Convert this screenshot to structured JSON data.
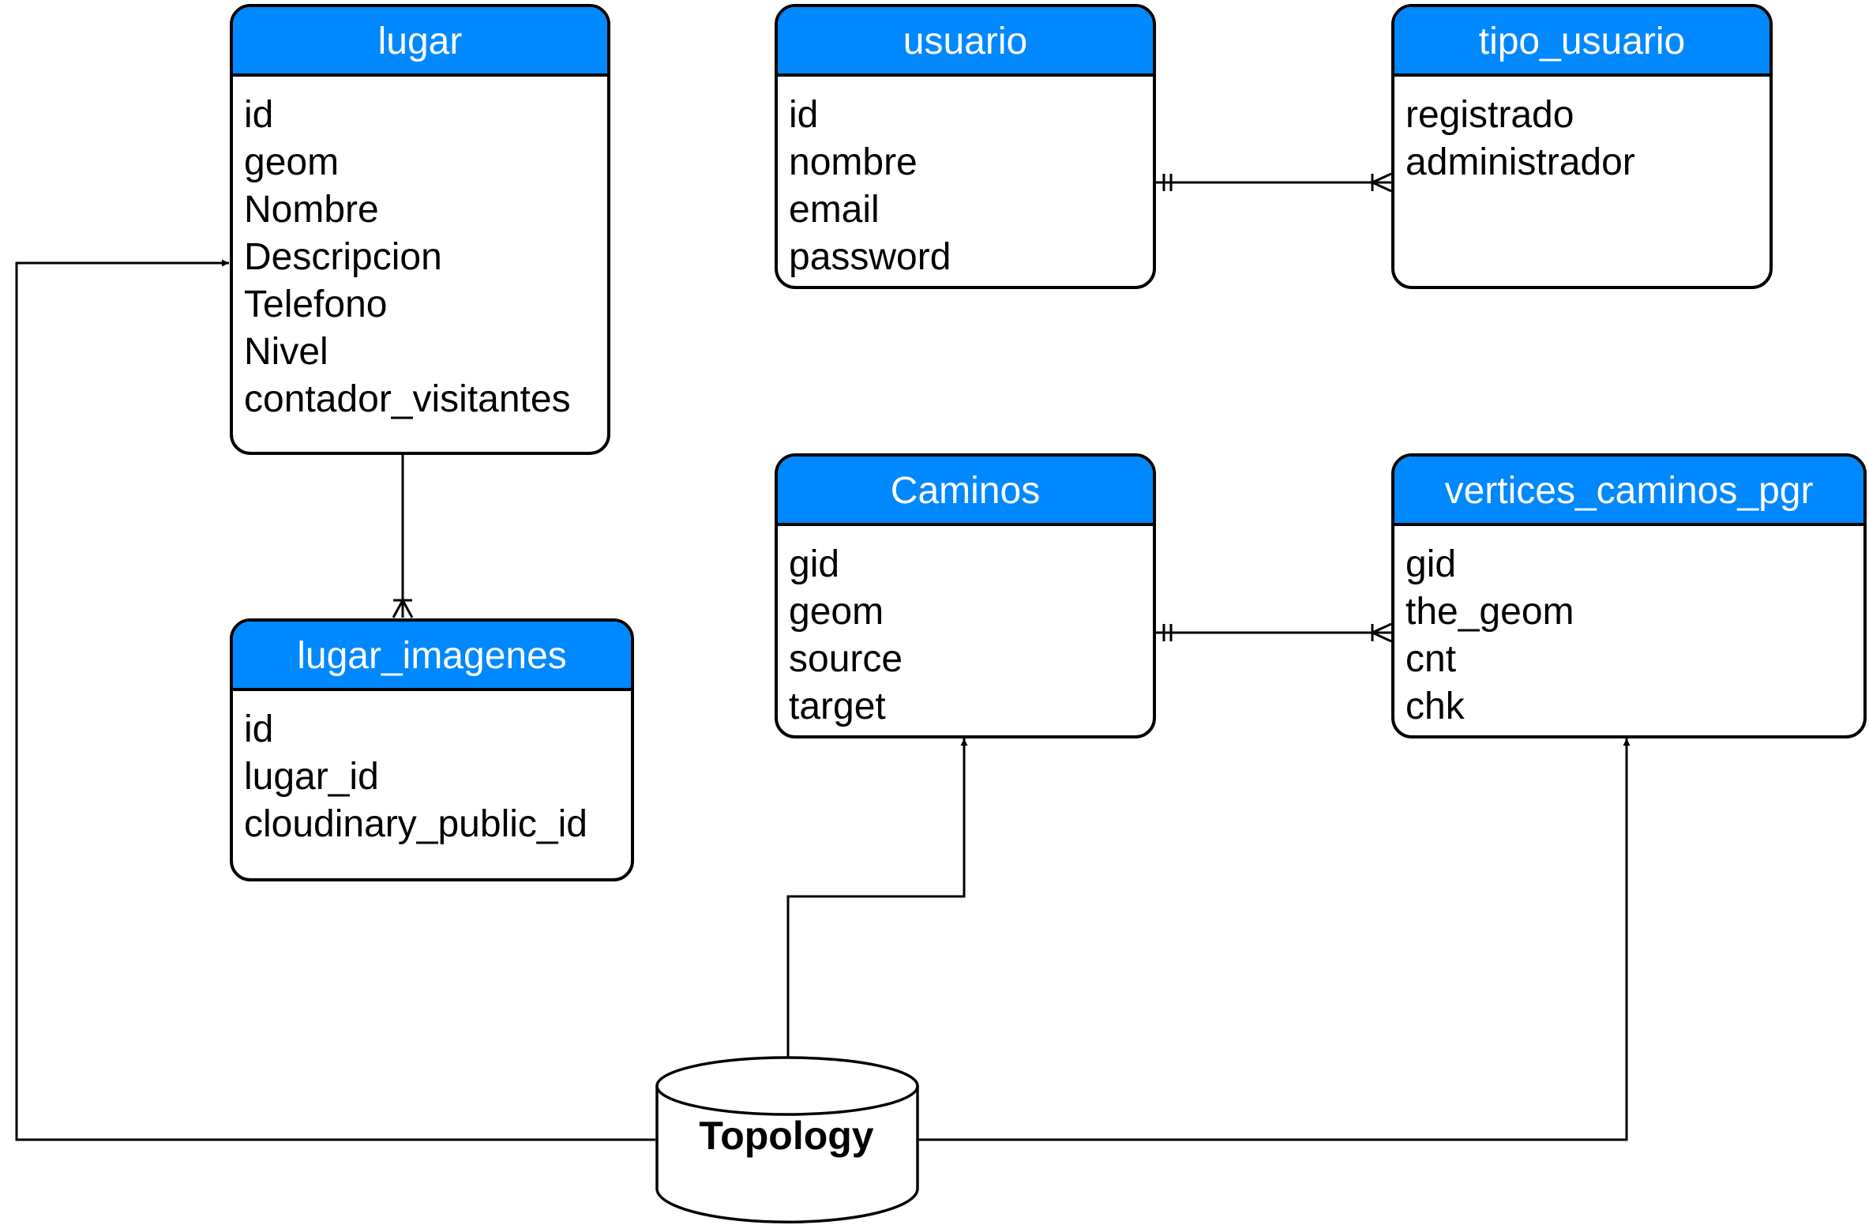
{
  "colors": {
    "header": "#0088FF",
    "line": "#000000",
    "header_text": "#FFFFFF"
  },
  "entities": {
    "lugar": {
      "title": "lugar",
      "fields": [
        "id",
        "geom",
        "Nombre",
        "Descripcion",
        "Telefono",
        "Nivel",
        "contador_visitantes"
      ]
    },
    "usuario": {
      "title": "usuario",
      "fields": [
        "id",
        "nombre",
        "email",
        "password"
      ]
    },
    "tipo_usuario": {
      "title": "tipo_usuario",
      "fields": [
        "registrado",
        "administrador"
      ]
    },
    "lugar_imagenes": {
      "title": "lugar_imagenes",
      "fields": [
        "id",
        "lugar_id",
        "cloudinary_public_id"
      ]
    },
    "caminos": {
      "title": "Caminos",
      "fields": [
        "gid",
        "geom",
        "source",
        "target"
      ]
    },
    "vertices": {
      "title": "vertices_caminos_pgr",
      "fields": [
        "gid",
        "the_geom",
        "cnt",
        "chk"
      ]
    }
  },
  "topology": {
    "label": "Topology"
  },
  "relationships": [
    {
      "from": "lugar",
      "to": "lugar_imagenes",
      "from_end": "one",
      "to_end": "many"
    },
    {
      "from": "usuario",
      "to": "tipo_usuario",
      "from_end": "one-and-only-one",
      "to_end": "many"
    },
    {
      "from": "caminos",
      "to": "vertices",
      "from_end": "one-and-only-one",
      "to_end": "many"
    }
  ],
  "data_flows": [
    {
      "from": "topology",
      "to": "lugar"
    },
    {
      "from": "topology",
      "to": "caminos"
    },
    {
      "from": "topology",
      "to": "vertices"
    }
  ]
}
